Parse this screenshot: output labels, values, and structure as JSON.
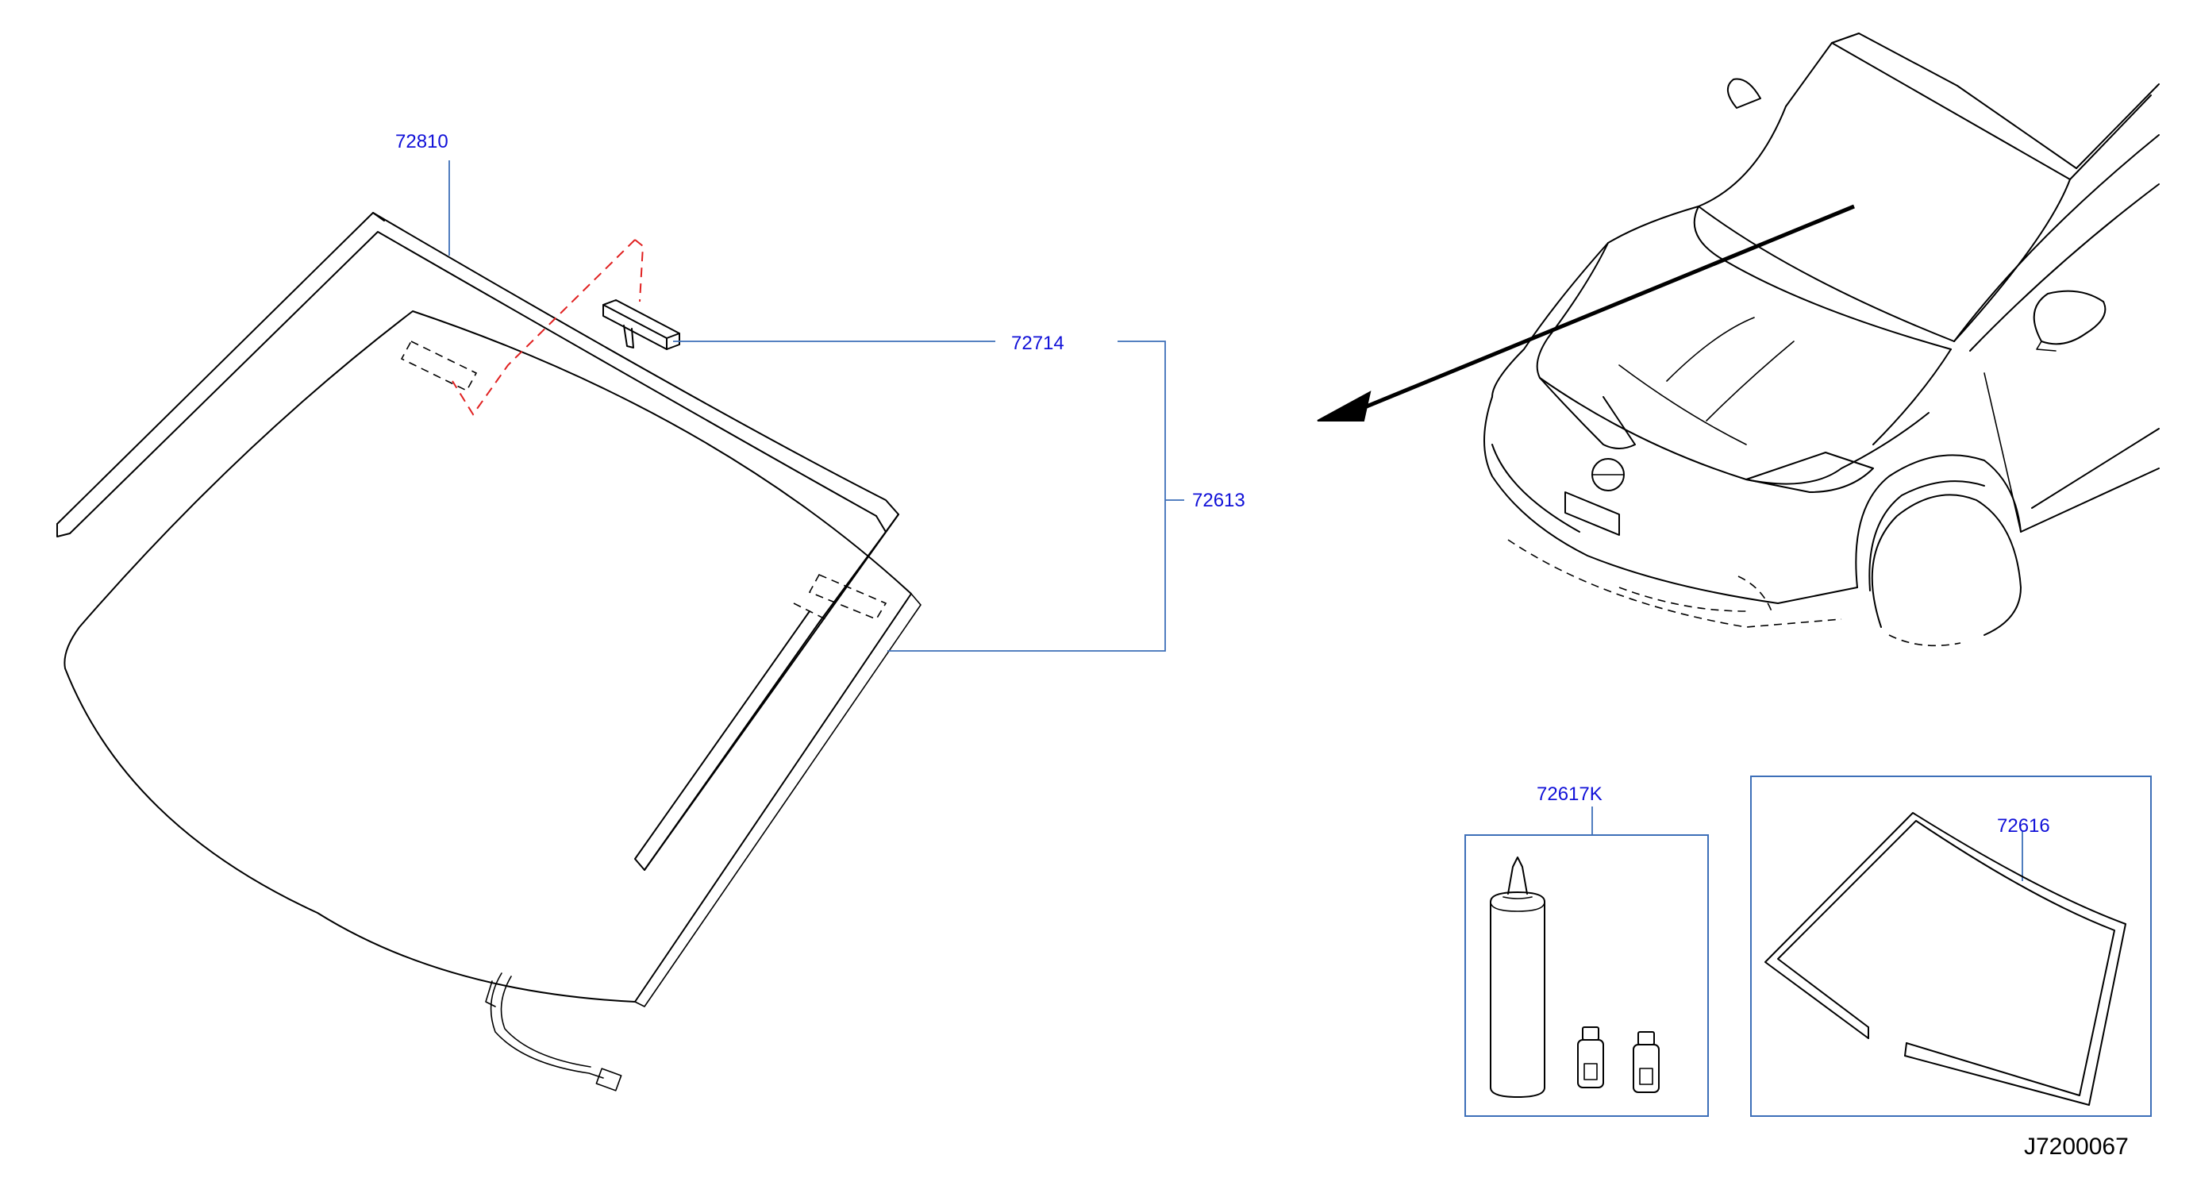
{
  "diagram": {
    "labels": {
      "molding_upper": "72810",
      "clip": "72714",
      "molding_side": "72613",
      "adhesive_kit": "72617K",
      "dam_rubber": "72616"
    },
    "reference_code": "J7200067",
    "colors": {
      "label_text": "#1010d8",
      "leader_line": "#3d6fb8",
      "outline": "#000000",
      "hidden_detail": "#e02020"
    }
  }
}
